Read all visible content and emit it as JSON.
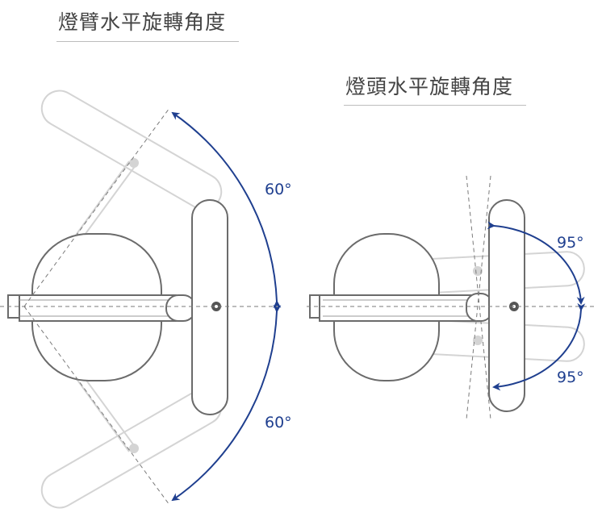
{
  "titles": {
    "arm_rotation": "燈臂水平旋轉角度",
    "head_rotation": "燈頭水平旋轉角度"
  },
  "angles": {
    "arm_upper": "60°",
    "arm_lower": "60°",
    "head_upper": "95°",
    "head_lower": "95°"
  },
  "colors": {
    "outline": "#6b6b6b",
    "ghost": "#d4d4d4",
    "dashed": "#7a7a7a",
    "arrow": "#1f3f8f"
  }
}
